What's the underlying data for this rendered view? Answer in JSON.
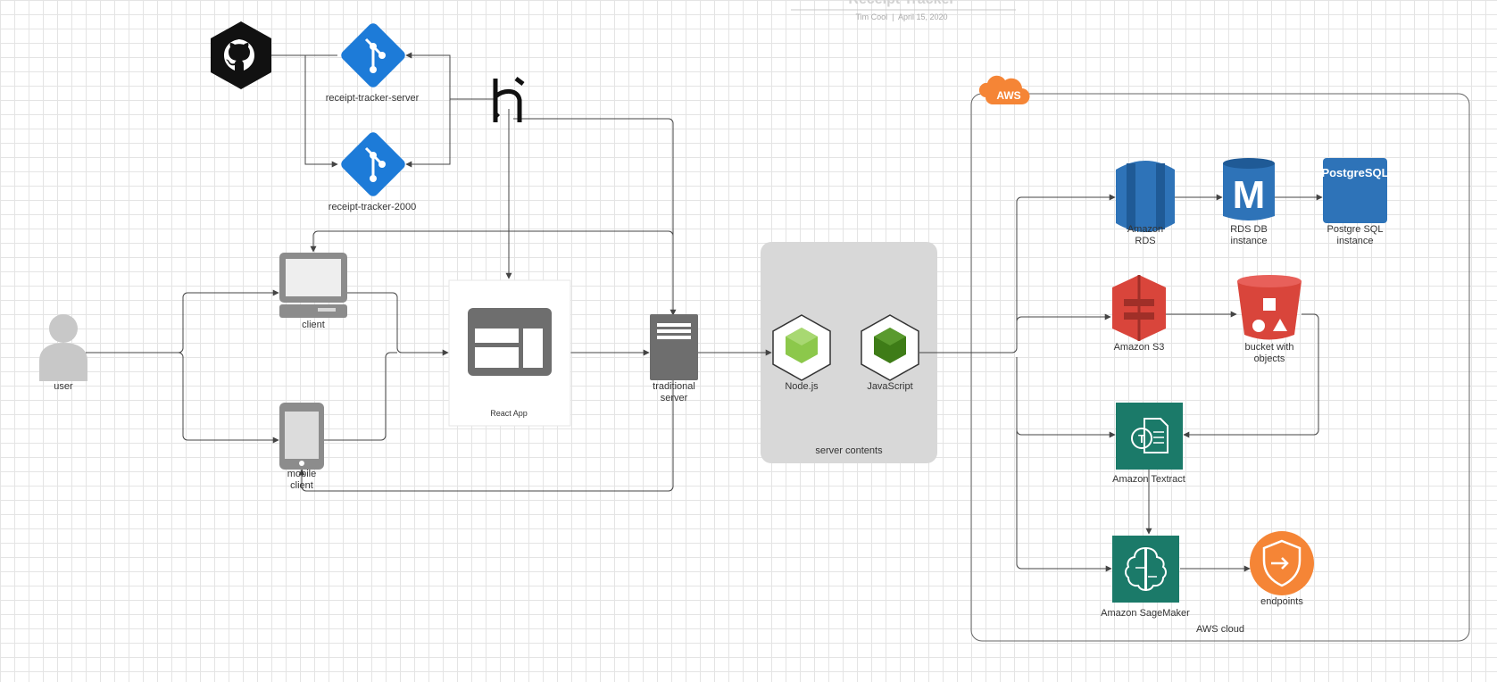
{
  "header": {
    "title": "Receipt Tracker",
    "byline": "Tim Cool  |  April 15, 2020"
  },
  "repos": {
    "server": "receipt-tracker-server",
    "client": "receipt-tracker-2000"
  },
  "nodes": {
    "user": "user",
    "client": "client",
    "mobile": "mobile client",
    "react": "React App",
    "traditional_server": "traditional server",
    "nodejs": "Node.js",
    "javascript": "JavaScript",
    "server_contents": "server contents"
  },
  "aws": {
    "badge": "AWS",
    "cloud_label": "AWS cloud",
    "rds": "Amazon RDS",
    "rds_instance": "RDS DB instance",
    "postgres_logo": "PostgreSQL",
    "postgres_instance": "Postgre SQL instance",
    "s3": "Amazon S3",
    "bucket": "bucket with objects",
    "textract": "Amazon Textract",
    "sagemaker": "Amazon SageMaker",
    "endpoints": "endpoints"
  },
  "colors": {
    "github": "#111111",
    "git_blue": "#1d7bd8",
    "device_gray": "#8c8c8c",
    "server_gray": "#6e6e6e",
    "node_green": "#8cc84b",
    "js_green": "#3e7c17",
    "rds_blue": "#2e73b8",
    "s3_red": "#d9453b",
    "textract_teal": "#1b7a69",
    "sagemaker_teal": "#1b7a69",
    "aws_orange": "#f58536",
    "panel_gray": "#d8d8d8"
  },
  "icons": {
    "github": "github-icon",
    "git": "git-repo-icon",
    "heroku": "heroku-icon",
    "user": "user-icon",
    "laptop": "laptop-icon",
    "mobile": "mobile-phone-icon",
    "browser": "browser-window-icon",
    "server": "server-icon",
    "node": "nodejs-icon",
    "rds": "rds-icon",
    "s3": "s3-icon",
    "textract": "textract-icon",
    "sagemaker": "sagemaker-icon",
    "endpoints": "shield-icon"
  }
}
